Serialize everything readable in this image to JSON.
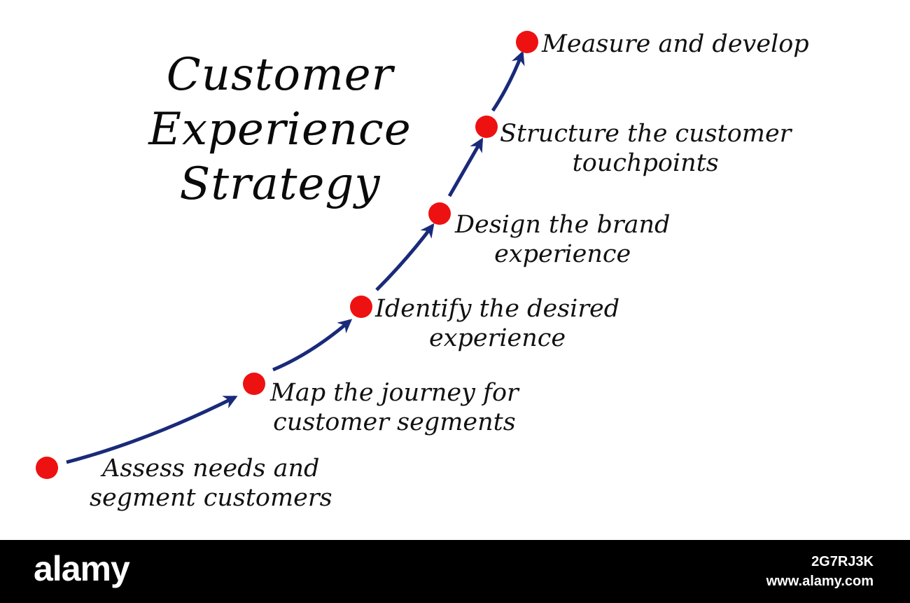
{
  "diagram": {
    "title_lines": [
      "Customer",
      "Experience",
      "Strategy"
    ],
    "steps": [
      {
        "lines": [
          "Assess needs and",
          "segment customers"
        ]
      },
      {
        "lines": [
          "Map the journey for",
          "customer segments"
        ]
      },
      {
        "lines": [
          "Identify the desired",
          "experience"
        ]
      },
      {
        "lines": [
          "Design the brand",
          "experience"
        ]
      },
      {
        "lines": [
          "Structure the customer",
          "touchpoints"
        ]
      },
      {
        "lines": [
          "Measure and develop"
        ]
      }
    ],
    "colors": {
      "dot": "#ee1111",
      "arrow": "#1a2a7a",
      "text": "#111111"
    }
  },
  "footer": {
    "brand": "alamy",
    "image_id": "2G7RJ3K",
    "site": "www.alamy.com"
  }
}
